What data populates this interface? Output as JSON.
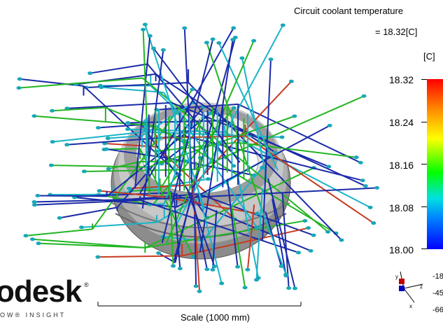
{
  "result": {
    "title": "Circuit coolant temperature",
    "value": "= 18.32[C]"
  },
  "legend": {
    "unit": "[C]",
    "ticks": [
      "18.32",
      "18.24",
      "18.16",
      "18.08",
      "18.00"
    ]
  },
  "axes": {
    "labels": [
      "-18",
      "-45",
      "-66"
    ]
  },
  "scale": {
    "label": "Scale (1000 mm)"
  },
  "brand": {
    "name": "odesk",
    "tagline": "OW® INSIGHT",
    "registered": "®"
  },
  "colors": {
    "pipe_blue": "#1a2aa8",
    "pipe_green": "#22b522",
    "pipe_cyan": "#19b4c8",
    "pipe_red": "#c83a20",
    "mold_gray": "#9a9a9a"
  }
}
